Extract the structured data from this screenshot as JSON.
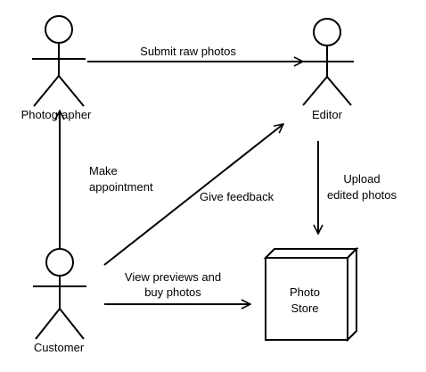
{
  "actors": {
    "photographer": "Photographer",
    "editor": "Editor",
    "customer": "Customer"
  },
  "node": {
    "store_line1": "Photo",
    "store_line2": "Store"
  },
  "edges": {
    "submit": "Submit raw photos",
    "make_line1": "Make",
    "make_line2": "appointment",
    "feedback": "Give feedback",
    "upload_line1": "Upload",
    "upload_line2": "edited photos",
    "view_line1": "View previews and",
    "view_line2": "buy photos"
  },
  "colors": {
    "stroke": "#000000",
    "background": "#ffffff"
  }
}
